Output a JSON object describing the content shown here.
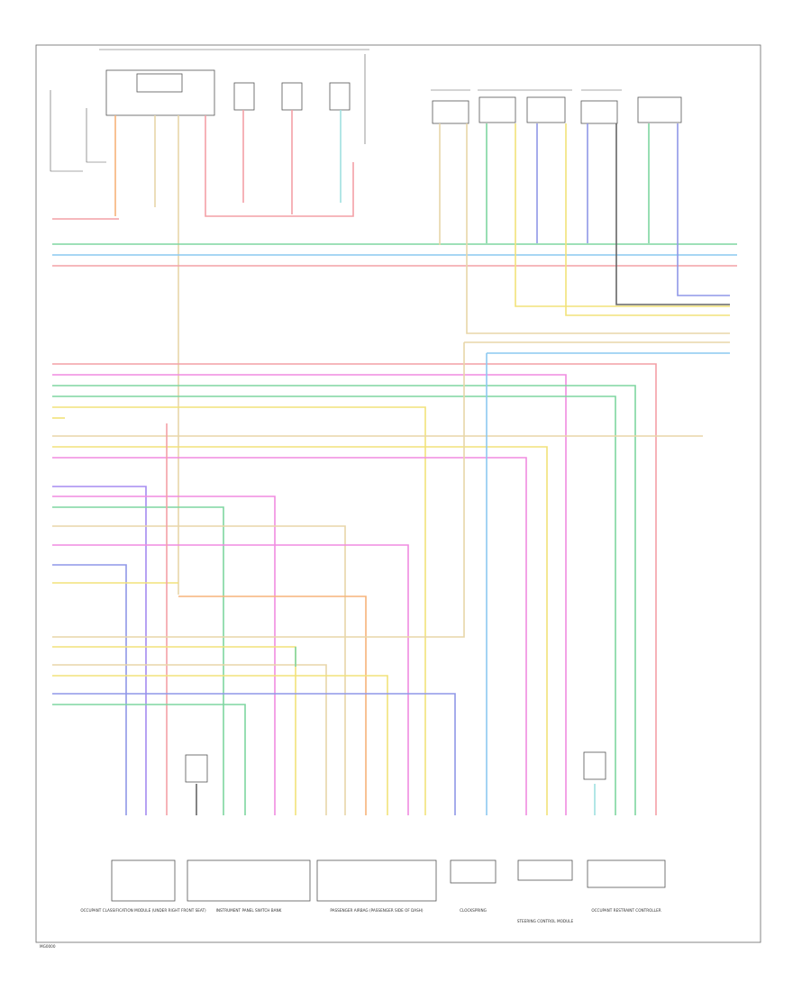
{
  "diagram": {
    "figure_id": "MG0000",
    "wire_colors": {
      "red": "#f4a0a6",
      "green": "#7fd6a0",
      "blue": "#8cc8f0",
      "orange": "#f7b37a",
      "yellow": "#f2e27a",
      "tan": "#e8d6a8",
      "pink": "#f08ce0",
      "purple": "#a58cf0",
      "gray": "#999999",
      "dark": "#666666",
      "periwinkle": "#8f97e8",
      "teal": "#9fe0e0"
    },
    "modules": [
      {
        "name": "OCCUPANT CLASSIFICATION MODULE (UNDER RIGHT FRONT SEAT)"
      },
      {
        "name": "INSTRUMENT PANEL SWITCH BANK"
      },
      {
        "name": "PASSENGER AIRBAG (PASSENGER SIDE OF DASH)"
      },
      {
        "name": "CLOCKSPRING"
      },
      {
        "name": "STEERING CONTROL MODULE"
      },
      {
        "name": "OCCUPANT RESTRAINT CONTROLLER"
      }
    ]
  }
}
